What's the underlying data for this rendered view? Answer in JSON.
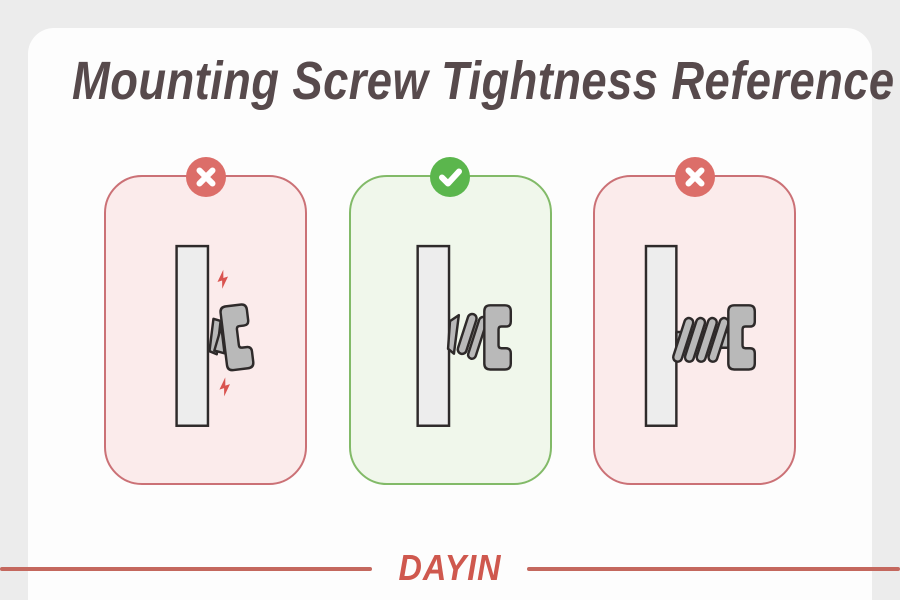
{
  "page": {
    "title": "Mounting Screw Tightness Reference"
  },
  "brand": {
    "logo": "DAYIN"
  },
  "panels": [
    {
      "name": "screw-crooked",
      "status": "incorrect",
      "badge_icon": "x-icon"
    },
    {
      "name": "screw-proper-tightness",
      "status": "correct",
      "badge_icon": "check-icon"
    },
    {
      "name": "screw-too-loose",
      "status": "incorrect",
      "badge_icon": "x-icon"
    }
  ],
  "colors": {
    "bg": "#ececec",
    "card": "#fdfdfd",
    "title": "#574a4c",
    "wrong-border": "#cb7176",
    "wrong-fill": "#fbebeb",
    "wrong-badge": "#dc6e69",
    "right-border": "#82ba68",
    "right-fill": "#f0f7eb",
    "right-badge": "#5bb64d",
    "accent": "#cf584e",
    "divider": "#c4685e",
    "metal": "#b9b9b9",
    "outline": "#2e2a2a",
    "wall": "#ededed",
    "spark": "#d9534f"
  }
}
